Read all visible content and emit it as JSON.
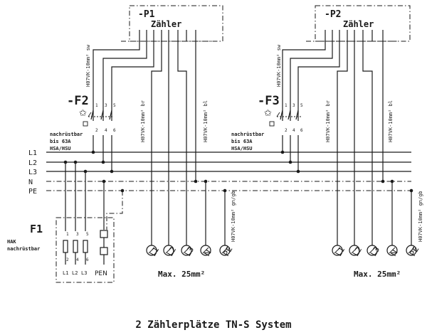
{
  "title": "2 Zählerplätze TN-S System",
  "meters": [
    {
      "id": "-P1",
      "label": "Zähler"
    },
    {
      "id": "-P2",
      "label": "Zähler"
    }
  ],
  "switches": [
    {
      "id": "-F2",
      "note": [
        "nachrüstbar",
        "bis 63A",
        "HSA/HSU"
      ],
      "pins_top": [
        "1",
        "3",
        "5"
      ],
      "pins_bottom": [
        "2",
        "4",
        "6"
      ]
    },
    {
      "id": "-F3",
      "note": [
        "nachrüstbar",
        "bis 63A",
        "HSA/HSU"
      ],
      "pins_top": [
        "1",
        "3",
        "5"
      ],
      "pins_bottom": [
        "2",
        "4",
        "6"
      ]
    }
  ],
  "buses": [
    "L1",
    "L2",
    "L3",
    "N",
    "PE"
  ],
  "hak": {
    "id": "F1",
    "label": [
      "HAK",
      "nachrüstbar"
    ],
    "pins_top": [
      "1",
      "3",
      "5"
    ],
    "pins_bottom": [
      "2",
      "4",
      "6"
    ],
    "outputs": [
      "L1",
      "L2",
      "L3",
      "PEN"
    ]
  },
  "cables": {
    "sw": "H07VK-10mm² sw",
    "br": "H07VK-10mm² br",
    "bl": "H07VK-10mm² bl",
    "gngb": "H07VK-10mm² gn/gb"
  },
  "terminals": [
    "L1",
    "L2",
    "L3",
    "N",
    "PE"
  ],
  "max_section": "Max. 25mm²"
}
